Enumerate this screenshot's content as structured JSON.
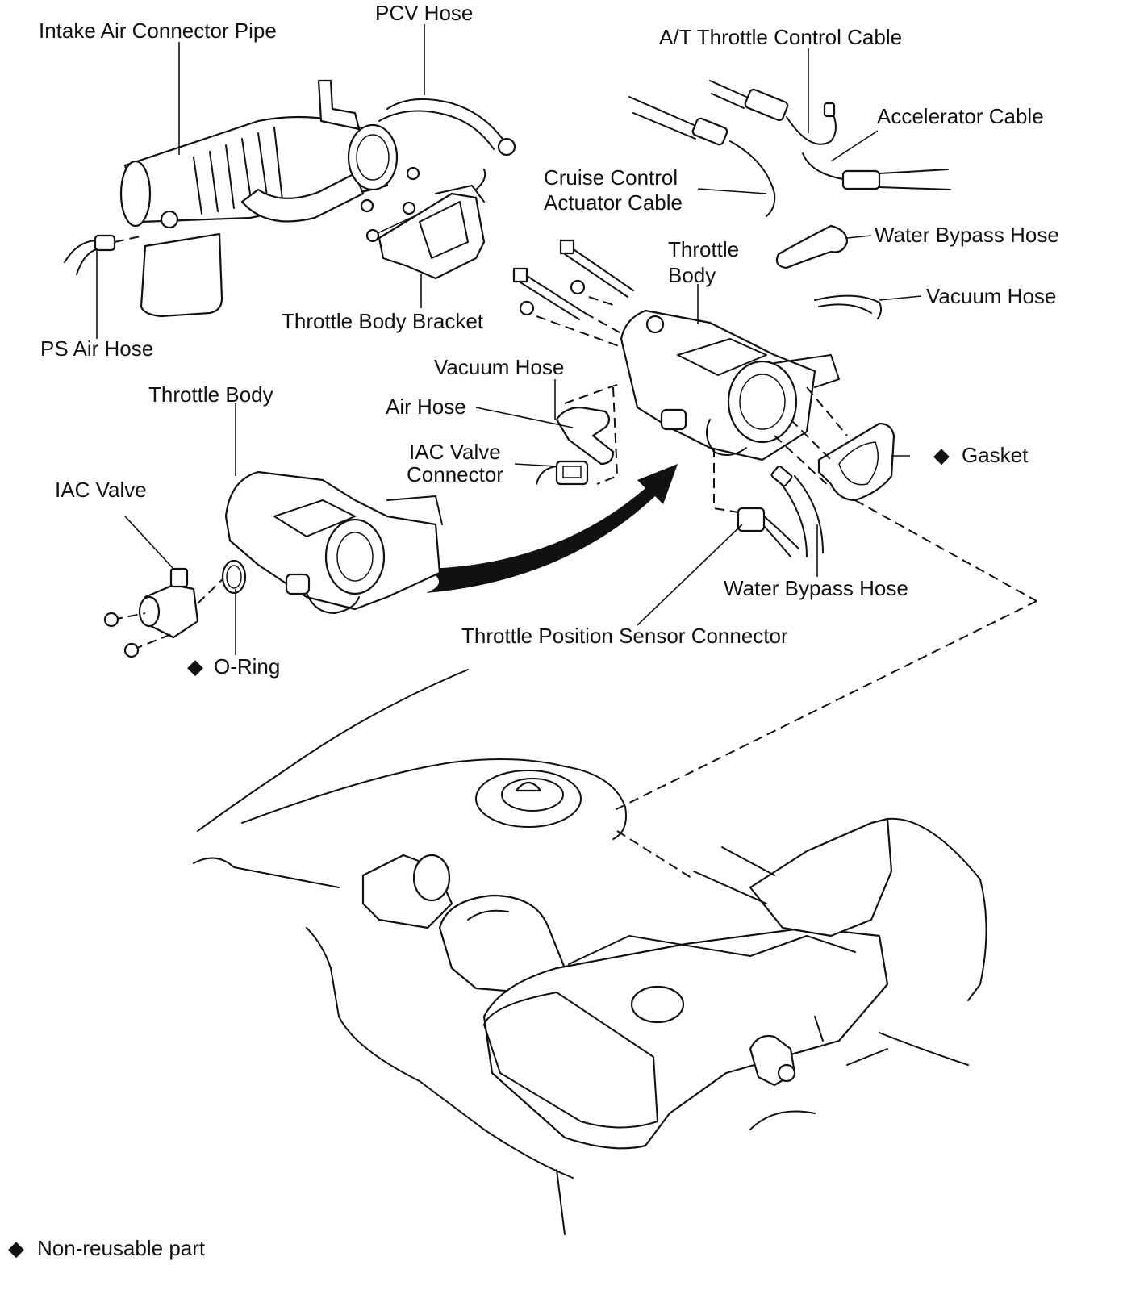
{
  "labels": {
    "intake_air_connector_pipe": "Intake Air Connector Pipe",
    "pcv_hose": "PCV Hose",
    "at_throttle_control_cable": "A/T Throttle Control Cable",
    "accelerator_cable": "Accelerator Cable",
    "cruise_control_line1": "Cruise Control",
    "cruise_control_line2": "Actuator Cable",
    "water_bypass_hose_top": "Water Bypass Hose",
    "throttle_body_top_line1": "Throttle",
    "throttle_body_top_line2": "Body",
    "vacuum_hose_right": "Vacuum Hose",
    "ps_air_hose": "PS Air Hose",
    "throttle_body_bracket": "Throttle Body Bracket",
    "vacuum_hose_mid": "Vacuum Hose",
    "throttle_body_left": "Throttle Body",
    "air_hose": "Air Hose",
    "iac_valve_connector_line1": "IAC Valve",
    "iac_valve_connector_line2": "Connector",
    "gasket": "Gasket",
    "iac_valve": "IAC Valve",
    "water_bypass_hose_bottom": "Water Bypass Hose",
    "o_ring": "O-Ring",
    "throttle_position_sensor_connector": "Throttle Position Sensor Connector"
  },
  "legend": {
    "symbol": "◆",
    "text": "Non-reusable part"
  },
  "icons": {
    "non_reusable_marker": "diamond-icon"
  }
}
